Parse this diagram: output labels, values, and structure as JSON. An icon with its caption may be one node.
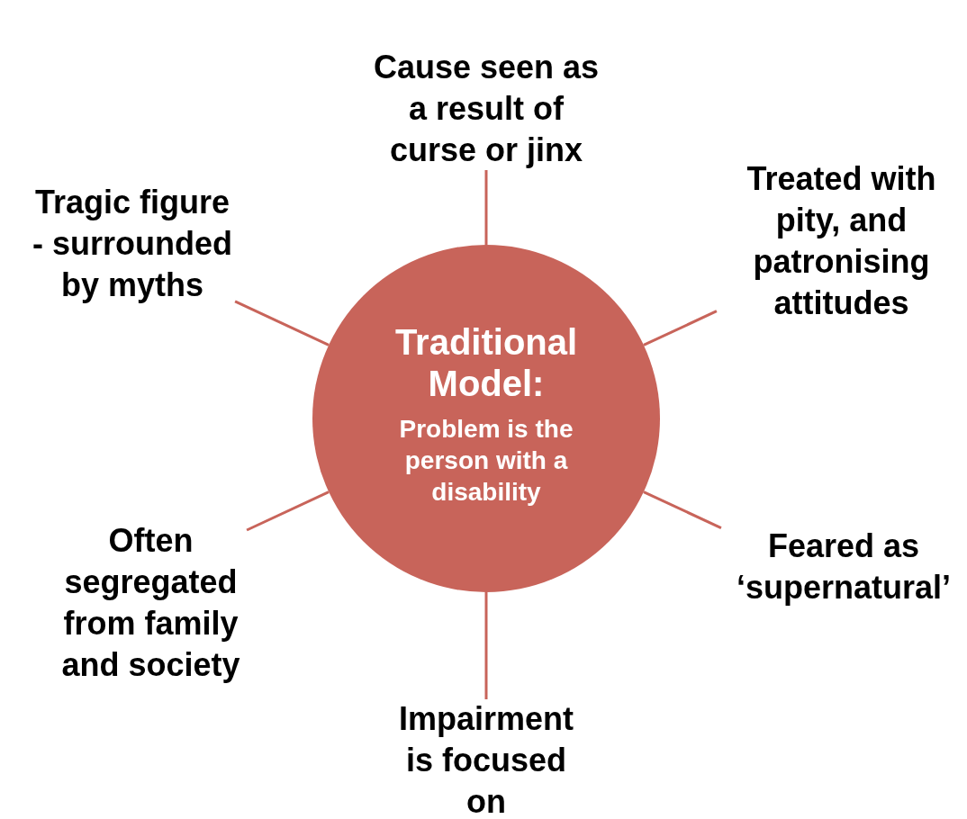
{
  "diagram": {
    "nodes": [
      {
        "text": [
          "Traditional Model:",
          "Problem is the person with a disability"
        ]
      },
      {
        "text": [
          "Cause seen as a result of curse or jinx"
        ]
      },
      {
        "text": [
          "Treated with pity, and patronising attitudes"
        ]
      },
      {
        "text": [
          "Feared as ‘supernatural’"
        ]
      },
      {
        "text": [
          "Impairment is focused on"
        ]
      },
      {
        "text": [
          "Often segregated from family and society"
        ]
      },
      {
        "text": [
          "Tragic figure - surrounded by myths"
        ]
      }
    ],
    "edges": [
      {
        "from": 0,
        "to": 1,
        "arrow": "none"
      },
      {
        "from": 0,
        "to": 2,
        "arrow": "none"
      },
      {
        "from": 0,
        "to": 3,
        "arrow": "none"
      },
      {
        "from": 0,
        "to": 4,
        "arrow": "none"
      },
      {
        "from": 0,
        "to": 5,
        "arrow": "none"
      },
      {
        "from": 0,
        "to": 6,
        "arrow": "none"
      }
    ]
  }
}
